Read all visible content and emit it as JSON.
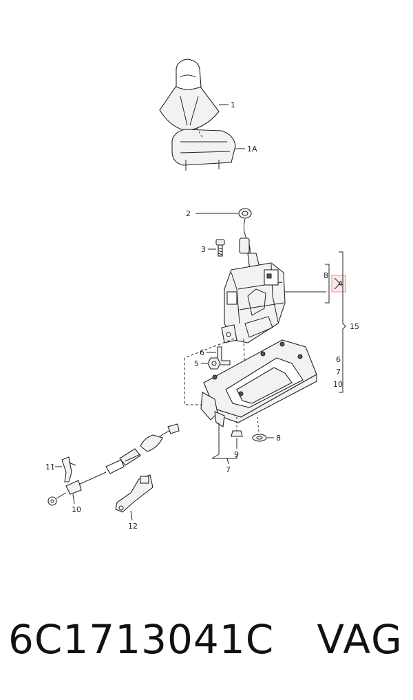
{
  "callouts": {
    "c1": "1",
    "c1a": "1A",
    "c2": "2",
    "c3": "3",
    "c4": "4",
    "c5": "5",
    "c6": "6",
    "c7": "7",
    "c8a": "8",
    "c8b": "8",
    "c9": "9",
    "c10": "10",
    "c11": "11",
    "c12": "12",
    "c15": "15",
    "g6": "6",
    "g7": "7",
    "g10": "10"
  },
  "highlight_color": "#e8a0a0",
  "footer": {
    "part_number": "6C1713041C",
    "brand": "VAG"
  }
}
